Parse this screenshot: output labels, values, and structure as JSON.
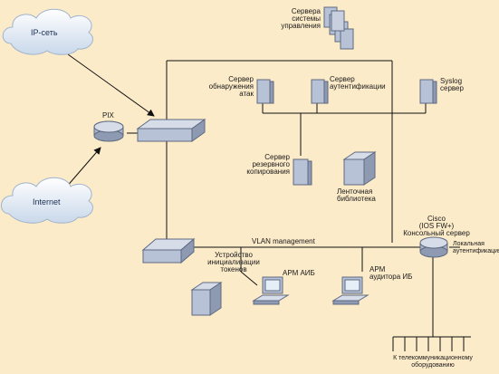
{
  "clouds": {
    "ip_network": "IP-сеть",
    "internet": "Internet"
  },
  "labels": {
    "mgmt_servers": "Сервера\nсистемы\nуправления",
    "pix": "PIX",
    "ids_server": "Сервер\nобнаружения\nатак",
    "auth_server": "Сервер\nаутентификации",
    "syslog_server": "Syslog\nсервер",
    "backup_server": "Сервер\nрезервного\nкопирования",
    "tape_library": "Ленточная\nбиблиотека",
    "cisco_console": "Cisco\n(IOS FW+)\nКонсольный сервер",
    "local_auth": "Локальная\nаутентификация",
    "vlan": "VLAN management",
    "token_device": "Устройство\nинициализации\nтокенов",
    "arm_aib": "АРМ АИБ",
    "arm_auditor": "АРМ\nаудитора ИБ",
    "telecom": "К телекоммуникационному\nоборудованию"
  },
  "icons": {
    "cloud": "cloud-icon",
    "server": "server-icon",
    "router": "router-icon",
    "switch": "switch-icon",
    "workstation": "workstation-icon",
    "tape": "tape-library-icon"
  },
  "colors": {
    "background": "#fcebc9",
    "cloud": "#e6eef7",
    "device": "#b8c2d6",
    "device_dark": "#5e6a82",
    "line": "#111111"
  }
}
